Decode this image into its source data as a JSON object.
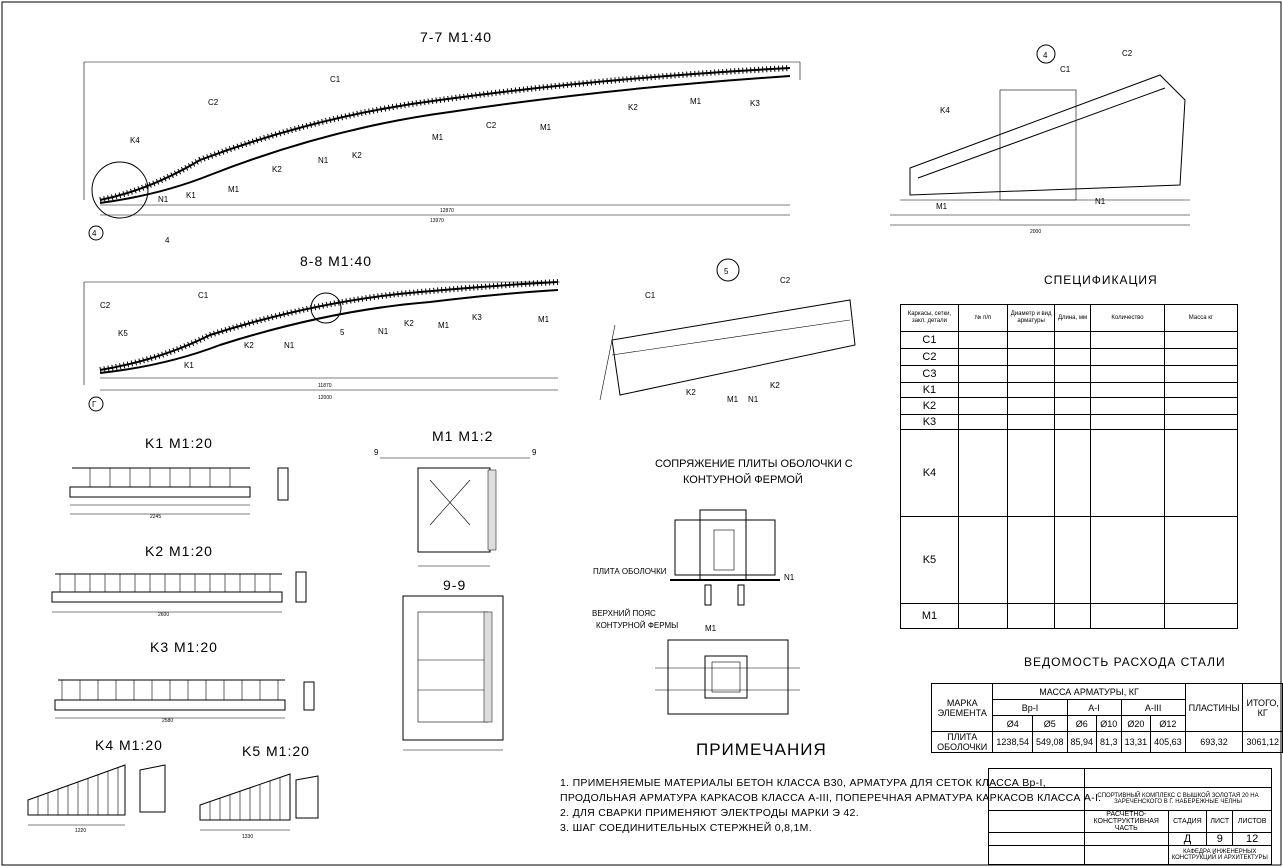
{
  "views": {
    "section_7": "7-7   M1:40",
    "section_8": "8-8   M1:40",
    "k1": "K1   M1:20",
    "k2": "K2   M1:20",
    "k3": "K3   M1:20",
    "k4": "K4   M1:20",
    "k5": "K5   M1:20",
    "m1": "M1   M1:2",
    "s9": "9-9",
    "node4": "4",
    "node5": "5",
    "joint_title_1": "СОПРЯЖЕНИЕ ПЛИТЫ ОБОЛОЧКИ С",
    "joint_title_2": "КОНТУРНОЙ ФЕРМОЙ",
    "joint_label_plate": "ПЛИТА ОБОЛОЧКИ",
    "joint_label_chord_1": "ВЕРХНИЙ ПОЯС",
    "joint_label_chord_2": "КОНТУРНОЙ ФЕРМЫ"
  },
  "spec_title": "СПЕЦИФИКАЦИЯ",
  "spec_headers": [
    "Каркасы, сетки, закл. детали",
    "№ п/п",
    "Диаметр и вид арматуры",
    "Длина, мм",
    "Количество",
    "Масса кг"
  ],
  "spec_groups": [
    "C1",
    "C2",
    "C3",
    "K1",
    "K2",
    "K3",
    "K4",
    "K5",
    "M1"
  ],
  "steel_title": "ВЕДОМОСТЬ РАСХОДА СТАЛИ",
  "steel": {
    "col_element": "МАРКА ЭЛЕМЕНТА",
    "col_mass": "МАССА АРМАТУРЫ, КГ",
    "classes": [
      "Вр-I",
      "A-I",
      "A-III"
    ],
    "diameters": [
      "Ø4",
      "Ø5",
      "Ø6",
      "Ø10",
      "Ø20",
      "Ø12"
    ],
    "col_plates": "ПЛАСТИНЫ",
    "col_total": "ИТОГО, КГ",
    "row_name": "ПЛИТА ОБОЛОЧКИ",
    "values": [
      "1238,54",
      "549,08",
      "85,94",
      "81,3",
      "13,31",
      "405,63",
      "693,32",
      "3061,12"
    ]
  },
  "notes_title": "ПРИМЕЧАНИЯ",
  "notes": [
    "1. ПРИМЕНЯЕМЫЕ МАТЕРИАЛЫ      БЕТОН КЛАССА В30, АРМАТУРА ДЛЯ СЕТОК КЛАССА Вр-I,",
    "ПРОДОЛЬНАЯ АРМАТУРА КАРКАСОВ КЛАССА А-III, ПОПЕРЕЧНАЯ АРМАТУРА КАРКАСОВ КЛАССА А-I.",
    "2. ДЛЯ СВАРКИ ПРИМЕНЯЮТ ЭЛЕКТРОДЫ МАРКИ Э 42.",
    "3. ШАГ СОЕДИНИТЕЛЬНЫХ СТЕРЖНЕЙ 0,8,1М."
  ],
  "stamp": {
    "project": "СПОРТИВНЫЙ КОМПЛЕКС С ВЫШКОЙ ЗОЛОТАЯ 20 НА ЗАРЕЧЕНСКОГО В Г. НАБЕРЕЖНЫЕ ЧЕЛНЫ",
    "section": "РАСЧЁТНО-КОНСТРУКТИВНАЯ ЧАСТЬ",
    "stage_label": "СТАДИЯ",
    "sheet_label": "ЛИСТ",
    "sheets_label": "ЛИСТОВ",
    "stage": "Д",
    "sheet": "9",
    "sheets": "12",
    "org": "КАФЕДРА ИНЖЕНЕРНЫХ КОНСТРУКЦИЙ И АРХИТЕКТУРЫ"
  }
}
